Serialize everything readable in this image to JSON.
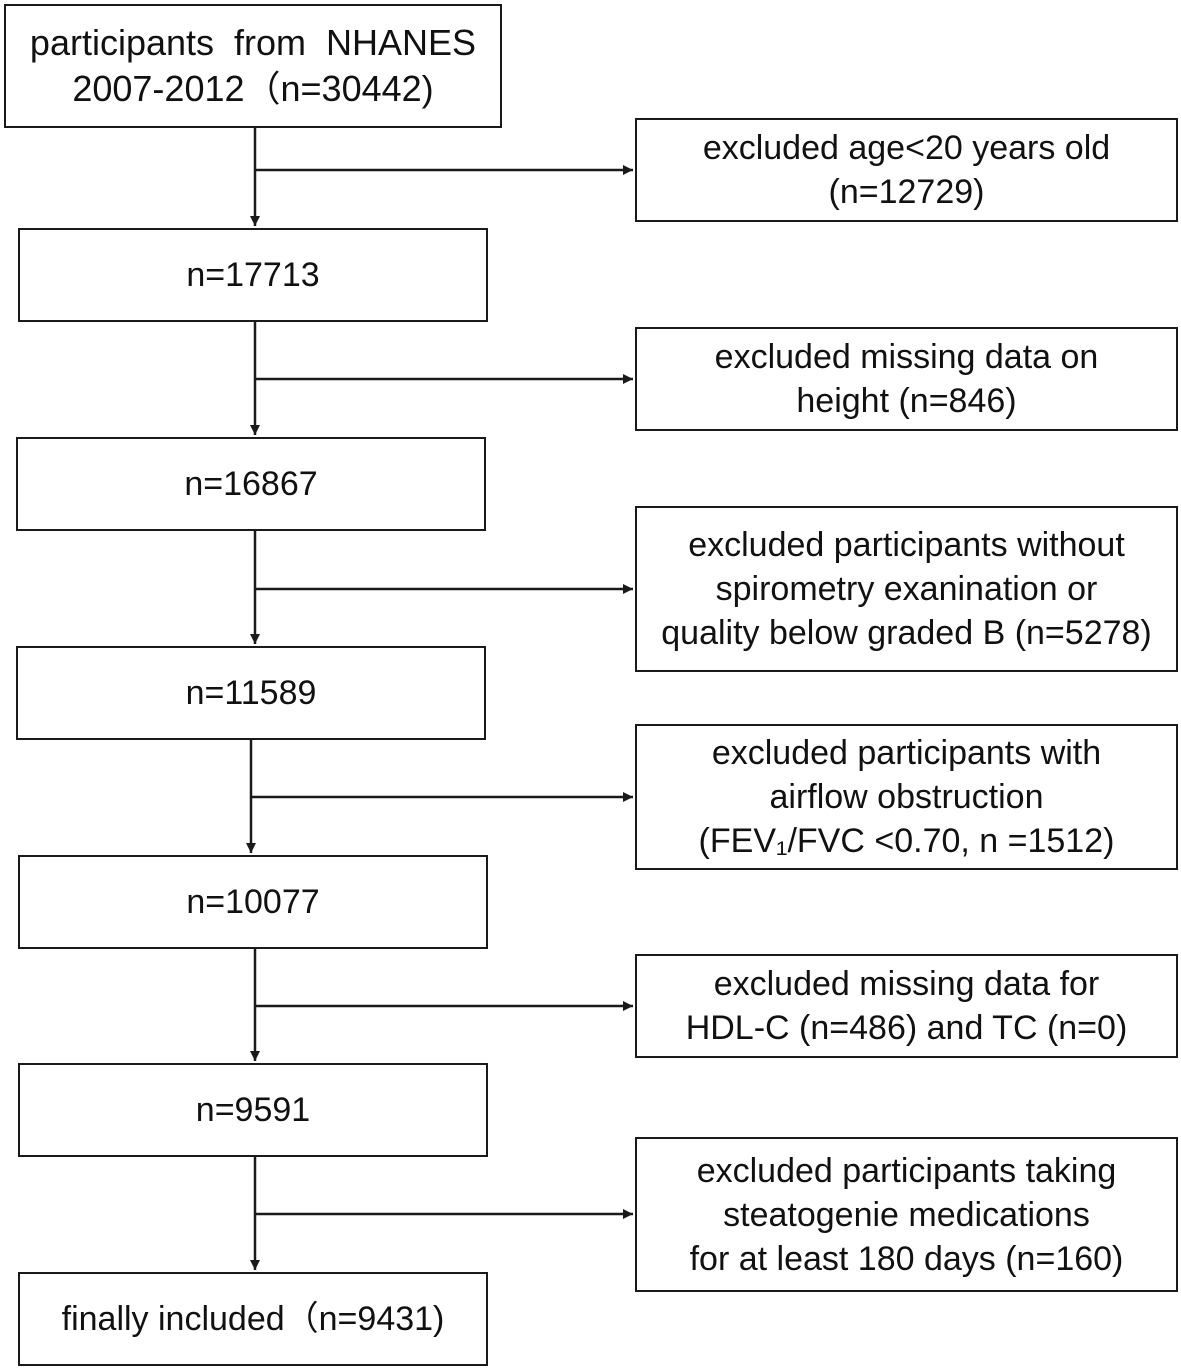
{
  "flow": {
    "steps": [
      {
        "lines": [
          "participants  from  NHANES",
          "2007-2012（n=30442)"
        ]
      },
      {
        "lines": [
          "n=17713"
        ]
      },
      {
        "lines": [
          "n=16867"
        ]
      },
      {
        "lines": [
          "n=11589"
        ]
      },
      {
        "lines": [
          "n=10077"
        ]
      },
      {
        "lines": [
          "n=9591"
        ]
      },
      {
        "lines": [
          "finally included（n=9431)"
        ]
      }
    ],
    "exclusions": [
      {
        "lines": [
          "excluded age<20 years old",
          "(n=12729)"
        ]
      },
      {
        "lines": [
          "excluded missing data on",
          "height (n=846)"
        ]
      },
      {
        "lines": [
          "excluded participants without",
          "spirometry exanination or",
          "quality below graded B (n=5278)"
        ]
      },
      {
        "lines": [
          "excluded participants with",
          "airflow obstruction",
          "(FEV₁/FVC <0.70, n =1512)"
        ]
      },
      {
        "lines": [
          "excluded missing data for",
          "HDL-C (n=486) and TC (n=0)"
        ]
      },
      {
        "lines": [
          "excluded participants taking",
          "steatogenie medications",
          "for at least 180 days (n=160)"
        ]
      }
    ]
  },
  "colors": {
    "line": "#1a1a1a",
    "box_border": "#1a1a1a",
    "background": "#ffffff"
  }
}
